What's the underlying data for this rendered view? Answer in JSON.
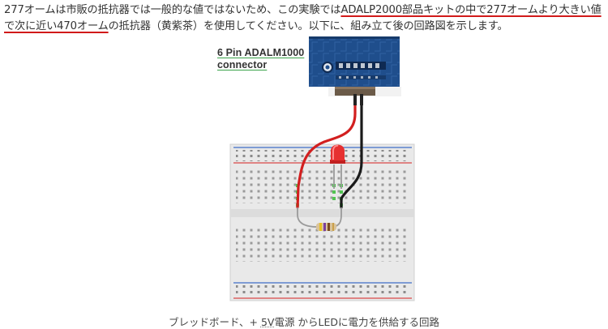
{
  "paragraph": {
    "part1": "277オームは市販の抵抗器では一般的な値ではないため、この実験では",
    "highlight": "ADALP2000部品キットの中で277オームより大きい値で次に近い470オーム",
    "part2": "の抵抗器（黄紫茶）を使用してください。以下に、組み立て後の回路図を示します。"
  },
  "figure": {
    "connector_label_line1": "6 Pin ADALM1000",
    "connector_label_line2": "connector"
  },
  "caption": {
    "part1": "ブレッドボード、+ ",
    "underlined": "5V",
    "part2": "電源 からLEDに電力を供給する回路"
  },
  "colors": {
    "highlight_underline": "#d11a1a",
    "pcb_blue": "#1f4e8c",
    "wire_red": "#d21f1f",
    "wire_black": "#1a1a1a",
    "led_red": "#e63030",
    "breadboard": "#e9e9e9",
    "rail_red": "#d94848",
    "rail_blue": "#3f6fc7"
  }
}
